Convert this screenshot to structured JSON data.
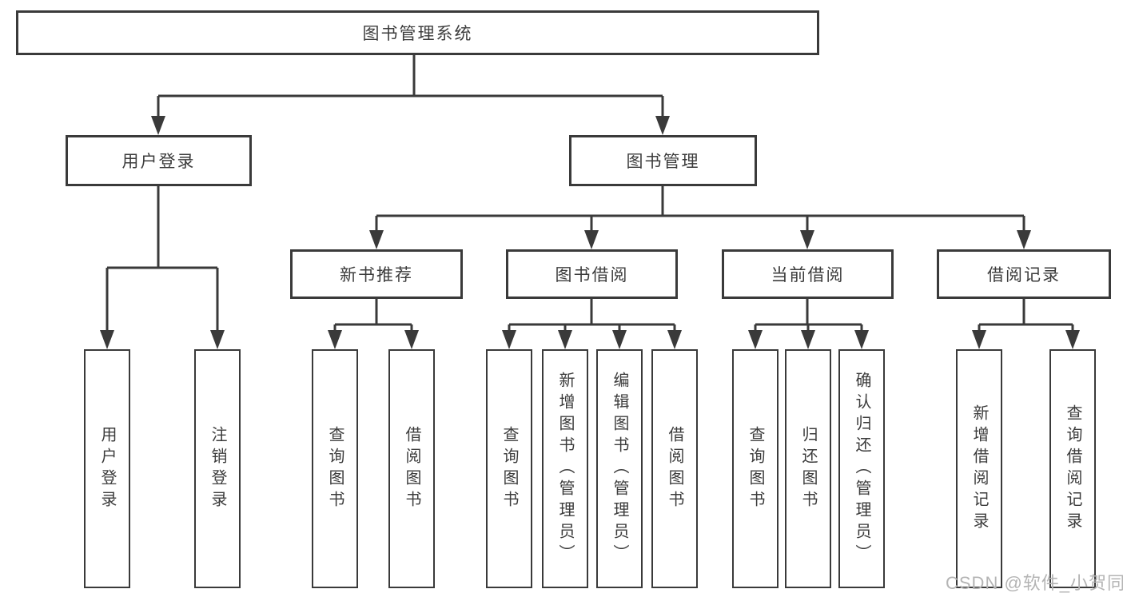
{
  "diagram": {
    "root": {
      "label": "图书管理系统"
    },
    "branches": [
      {
        "label": "用户登录",
        "leaves": [
          "用户登录",
          "注销登录"
        ]
      },
      {
        "label": "图书管理",
        "groups": [
          {
            "label": "新书推荐",
            "leaves": [
              "查询图书",
              "借阅图书"
            ]
          },
          {
            "label": "图书借阅",
            "leaves": [
              "查询图书",
              "新增图书（管理员）",
              "编辑图书（管理员）",
              "借阅图书"
            ]
          },
          {
            "label": "当前借阅",
            "leaves": [
              "查询图书",
              "归还图书",
              "确认归还（管理员）"
            ]
          },
          {
            "label": "借阅记录",
            "leaves": [
              "新增借阅记录",
              "查询借阅记录"
            ]
          }
        ]
      }
    ]
  },
  "watermark": {
    "text": "CSDN @软件_小贺同学"
  },
  "colors": {
    "line": "#3a3a3a",
    "box_border": "#3a3a3a",
    "text": "#3c3c3c",
    "background": "#ffffff",
    "watermark": "#b4b4b4"
  }
}
